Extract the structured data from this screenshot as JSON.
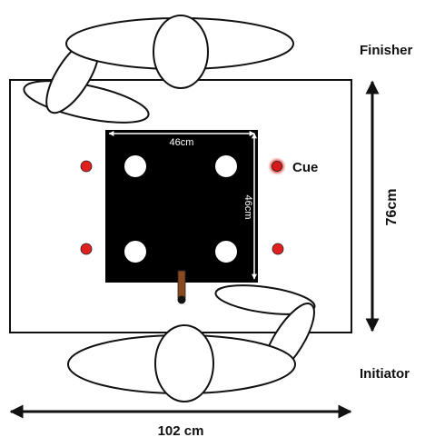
{
  "labels": {
    "finisher": "Finisher",
    "initiator": "Initiator",
    "cue": "Cue",
    "table_height": "76cm",
    "table_width": "102 cm",
    "board_width": "46cm",
    "board_height": "46cm"
  },
  "colors": {
    "board": "#000000",
    "hole": "#ffffff",
    "cue": "#e01f1f",
    "cue_glow": "#f3a6a6",
    "peg": "#8b4a1e",
    "outline": "#111111"
  }
}
